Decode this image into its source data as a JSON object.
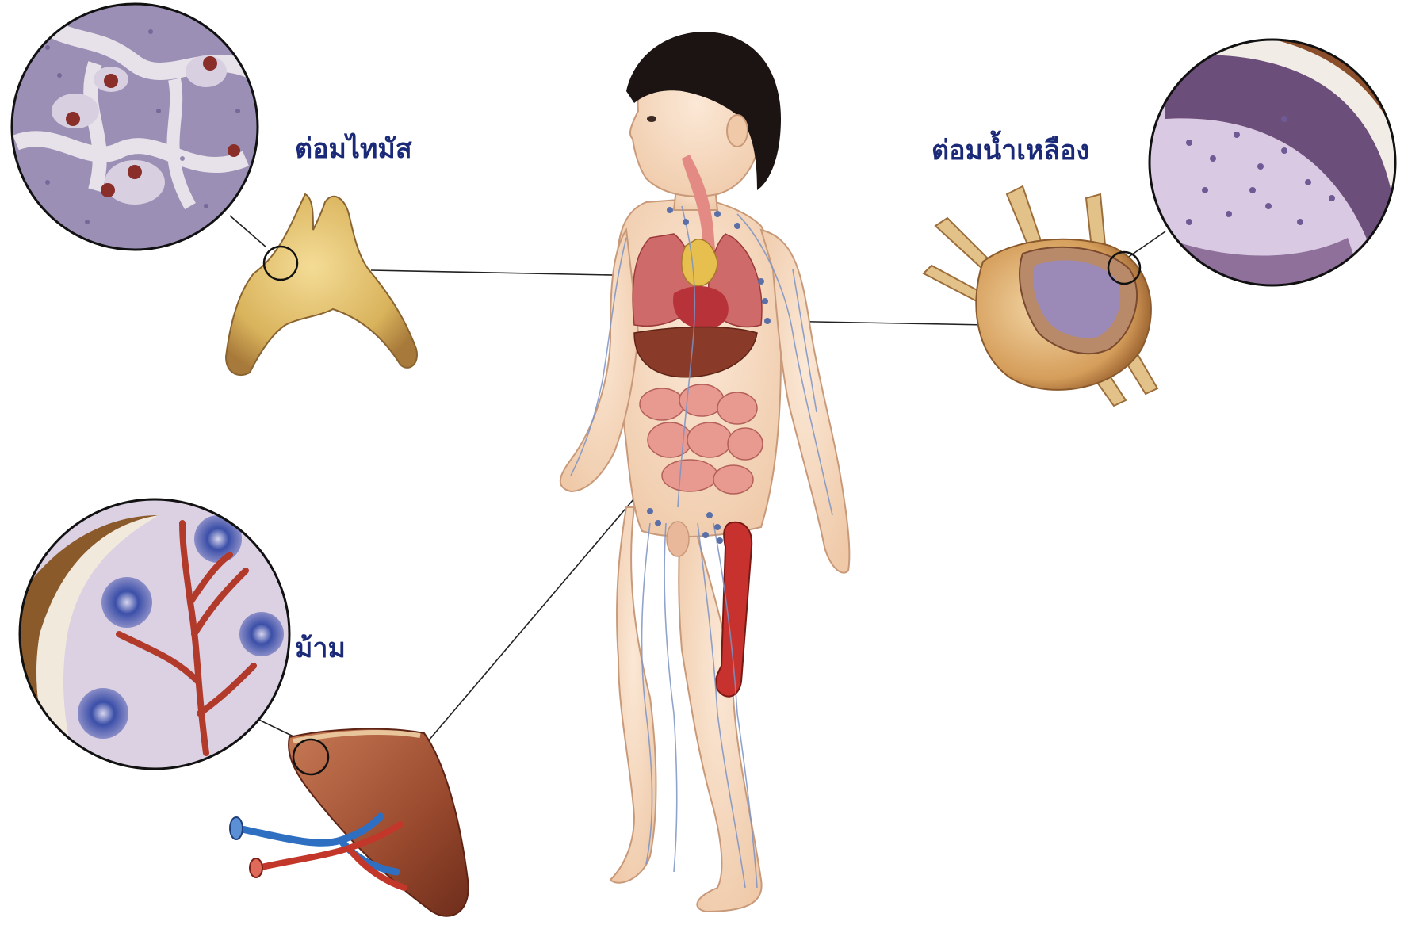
{
  "labels": {
    "thymus": "ต่อมไทมัส",
    "lymph_node": "ต่อมน้ำเหลือง",
    "spleen": "ม้าม"
  },
  "colors": {
    "label_text": "#1b2a78",
    "skin": "#f6dcc4",
    "hair": "#1c1412",
    "lymph_vessel": "#7d93c4",
    "thymus_tissue": "#d9b35c",
    "spleen_tissue": "#9a4a2e",
    "lymph_node_tissue": "#d8a76a"
  }
}
